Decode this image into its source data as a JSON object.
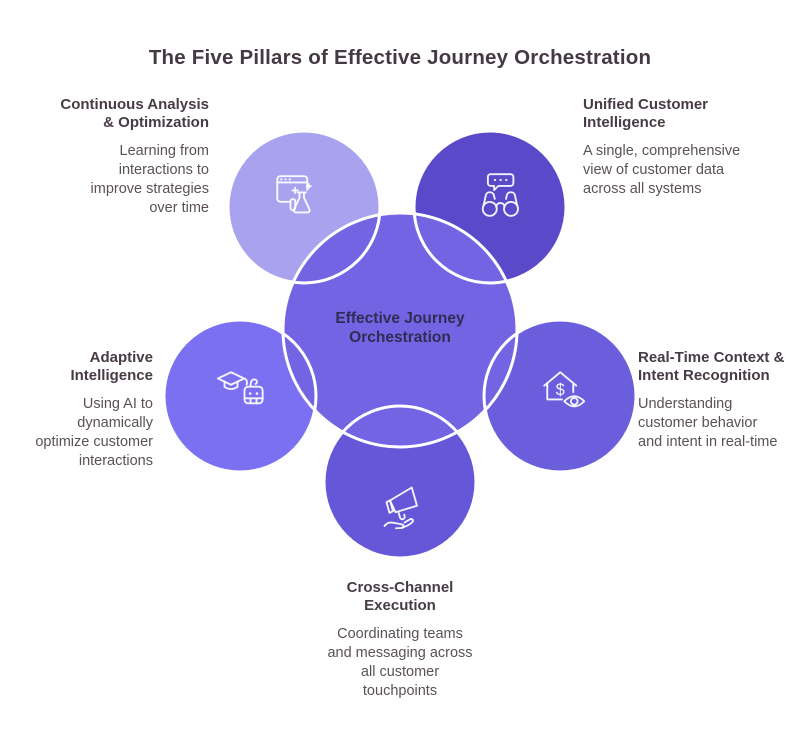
{
  "title": "The Five Pillars of Effective Journey Orchestration",
  "center": {
    "label": "Effective Journey Orchestration",
    "color": "#7264e3"
  },
  "icons": {
    "dollar_glyph": "$"
  },
  "pillars": [
    {
      "id": "continuous-analysis",
      "heading": "Continuous Analysis & Optimization",
      "description": "Learning from interactions to improve strategies over time",
      "icon": "browser-experiment-icon",
      "color": "#a9a3ef"
    },
    {
      "id": "unified-customer-intelligence",
      "heading": "Unified Customer Intelligence",
      "description": "A single, comprehensive view of customer data across all systems",
      "icon": "binoculars-chat-icon",
      "color": "#5a49c9"
    },
    {
      "id": "adaptive-intelligence",
      "heading": "Adaptive Intelligence",
      "description": "Using AI to dynamically optimize customer interactions",
      "icon": "graduation-robot-icon",
      "color": "#7b6ff2"
    },
    {
      "id": "real-time-context",
      "heading": "Real-Time Context & Intent Recognition",
      "description": "Understanding customer behavior and intent in real-time",
      "icon": "house-value-eye-icon",
      "color": "#6a5edc"
    },
    {
      "id": "cross-channel-execution",
      "heading": "Cross-Channel Execution",
      "description": "Coordinating teams and messaging across all customer touchpoints",
      "icon": "megaphone-hand-icon",
      "color": "#6557d8"
    }
  ]
}
